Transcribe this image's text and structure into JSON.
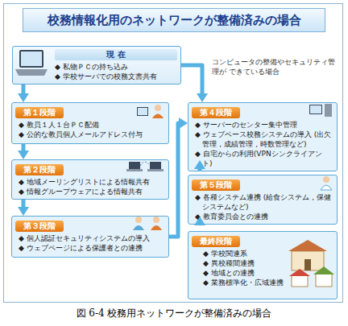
{
  "diagram": {
    "title": "校務情報化用のネットワークが整備済みの場合",
    "caption": "図 6-4 校務用ネットワークが整備済みの場合",
    "nodes": [
      {
        "text": [
          "現 在",
          "◆ 私物ＰＣの持ち込み",
          "◆ 学校サーバでの校務文書共有"
        ]
      },
      {
        "text": [
          "第１段階",
          "◆ 教員１人１台ＰＣ配備",
          "◆ 公的な教員個人メールアドレス付与"
        ]
      },
      {
        "text": [
          "第２段階",
          "◆ 地域メーリングリストによる情報共有",
          "◆ 情報グループウェアによる情報共有"
        ]
      },
      {
        "text": [
          "第３段階",
          "◆ 個人認証セキュリティシステムの導入",
          "◆ ウェブページによる保護者との連携"
        ]
      },
      {
        "text": [
          "第４段階",
          "◆ サーバーのセンター集中管理",
          "◆ ウェブベース校務システムの導入 (出欠管理，成績管理，時数管理など)",
          "◆ 自宅からの利用(VPNシンクライアント)"
        ]
      },
      {
        "text": [
          "第５段階",
          "◆ 各種システム連携 (給食システム，保健システムなど)",
          "◆ 教育委員会との連携"
        ]
      },
      {
        "text": [
          "最終段階",
          "◆ 学校関連系",
          "◆ 異校種間連携",
          "◆ 地域との連携",
          "◆ 業務標準化・広域連携"
        ]
      }
    ],
    "edges": [
      {
        "from": 0,
        "to": 1,
        "arrow": "to"
      },
      {
        "from": 1,
        "to": 2,
        "arrow": "to"
      },
      {
        "from": 2,
        "to": 3,
        "arrow": "to"
      },
      {
        "from": 0,
        "to": 4,
        "arrow": "to",
        "label": "コンピュータの整備やセキュリティ管理が できている場合"
      },
      {
        "from": 3,
        "to": 4,
        "arrow": "to"
      },
      {
        "from": 4,
        "to": 5,
        "arrow": "to"
      },
      {
        "from": 5,
        "to": 6,
        "arrow": "to"
      }
    ]
  }
}
